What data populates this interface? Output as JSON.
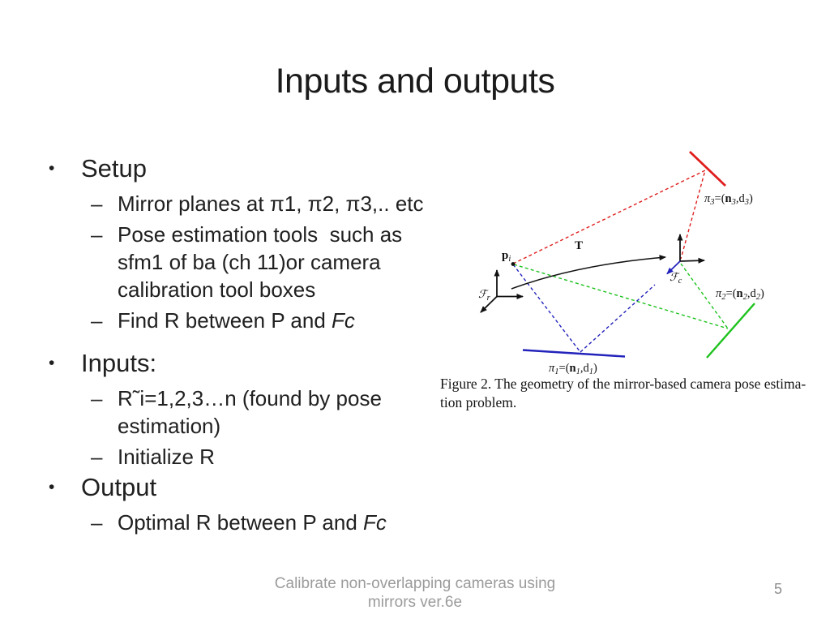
{
  "slide": {
    "title": "Inputs and outputs",
    "markers": {
      "bullet": "•",
      "dash": "–"
    },
    "groups": [
      {
        "title": "Setup",
        "items": [
          {
            "lines": [
              "Mirror planes at π1, π2, π3,.. etc"
            ]
          },
          {
            "lines": [
              "Pose estimation tools  such as",
              "sfm1 of ba (ch 11)or camera",
              "calibration tool boxes"
            ]
          },
          {
            "lines": [
              "Find R between P and "
            ],
            "italic": "Fc"
          }
        ]
      },
      {
        "title": "Inputs:",
        "items": [
          {
            "lines": [
              "R˜i=1,2,3…n (found by pose",
              "estimation)"
            ]
          },
          {
            "lines": [
              "Initialize R"
            ]
          }
        ]
      },
      {
        "title": "Output",
        "items": [
          {
            "lines": [
              "Optimal R between P and "
            ],
            "italic": "Fc"
          }
        ]
      }
    ],
    "footer": {
      "line1": "Calibrate non-overlapping cameras using",
      "line2": "mirrors ver.6e",
      "page": "5"
    }
  },
  "figure": {
    "caption": {
      "line1": "Figure 2. The geometry of the mirror-based camera pose estima-",
      "line2": "tion problem."
    },
    "labels": {
      "point": {
        "base": "p",
        "sub": "i"
      },
      "transform": "T",
      "frame_r": {
        "base": "ℱ",
        "sub": "r"
      },
      "frame_c": {
        "base": "ℱ",
        "sub": "c"
      },
      "mirror1": {
        "pi": "π",
        "pisub": "1",
        "eq": "=(",
        "n": "n",
        "nsub": "1",
        "comma_d": ",d",
        "dsub": "1",
        "close": ")"
      },
      "mirror2": {
        "pi": "π",
        "pisub": "2",
        "eq": "=(",
        "n": "n",
        "nsub": "2",
        "comma_d": ",d",
        "dsub": "2",
        "close": ")"
      },
      "mirror3": {
        "pi": "π",
        "pisub": "3",
        "eq": "=(",
        "n": "n",
        "nsub": "3",
        "comma_d": ",d",
        "dsub": "3",
        "close": ")"
      }
    },
    "colors": {
      "mirror1": "#2323bb",
      "mirror2": "#1dc21d",
      "mirror3": "#e01d1d",
      "axes": "#111111"
    }
  }
}
